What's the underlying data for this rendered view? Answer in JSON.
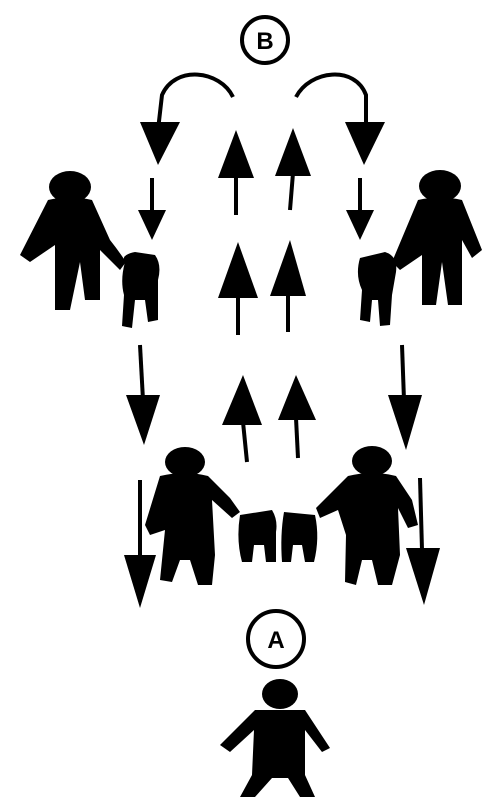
{
  "diagram": {
    "start_marker": "A",
    "end_marker": "B",
    "figures": {
      "walker_pairs": 4,
      "dogs": 4,
      "standing_person": 1
    },
    "colors": {
      "ink": "#000000",
      "paper": "#ffffff"
    }
  }
}
